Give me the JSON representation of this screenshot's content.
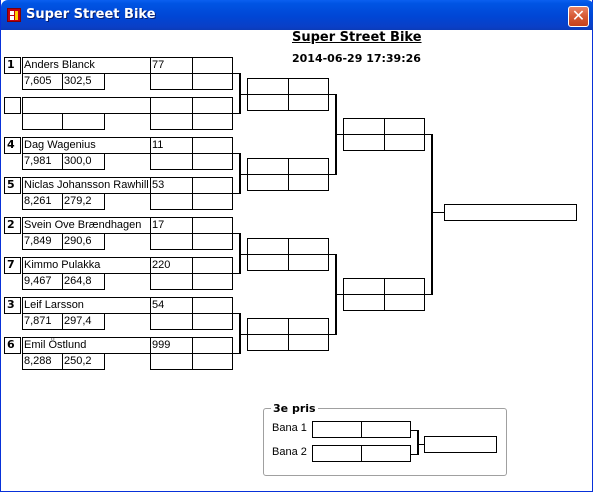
{
  "window": {
    "title": "Super Street Bike",
    "close_label": "✕"
  },
  "header": {
    "title": "Super Street Bike",
    "datetime": "2014-06-29 17:39:26"
  },
  "riders": [
    {
      "seed": "1",
      "name": "Anders Blanck",
      "time": "7,605",
      "speed": "302,5",
      "number": "77"
    },
    {
      "seed": "",
      "name": "",
      "time": "",
      "speed": "",
      "number": ""
    },
    {
      "seed": "4",
      "name": "Dag Wagenius",
      "time": "7,981",
      "speed": "300,0",
      "number": "11"
    },
    {
      "seed": "5",
      "name": "Niclas Johansson Rawhill",
      "time": "8,261",
      "speed": "279,2",
      "number": "53"
    },
    {
      "seed": "2",
      "name": "Svein Ove Brændhagen",
      "time": "7,849",
      "speed": "290,6",
      "number": "17"
    },
    {
      "seed": "7",
      "name": "Kimmo Pulakka",
      "time": "9,467",
      "speed": "264,8",
      "number": "220"
    },
    {
      "seed": "3",
      "name": "Leif Larsson",
      "time": "7,871",
      "speed": "297,4",
      "number": "54"
    },
    {
      "seed": "6",
      "name": "Emil Östlund",
      "time": "8,288",
      "speed": "250,2",
      "number": "999"
    }
  ],
  "third_place": {
    "legend": "3e pris",
    "lane1": "Bana 1",
    "lane2": "Bana 2"
  }
}
